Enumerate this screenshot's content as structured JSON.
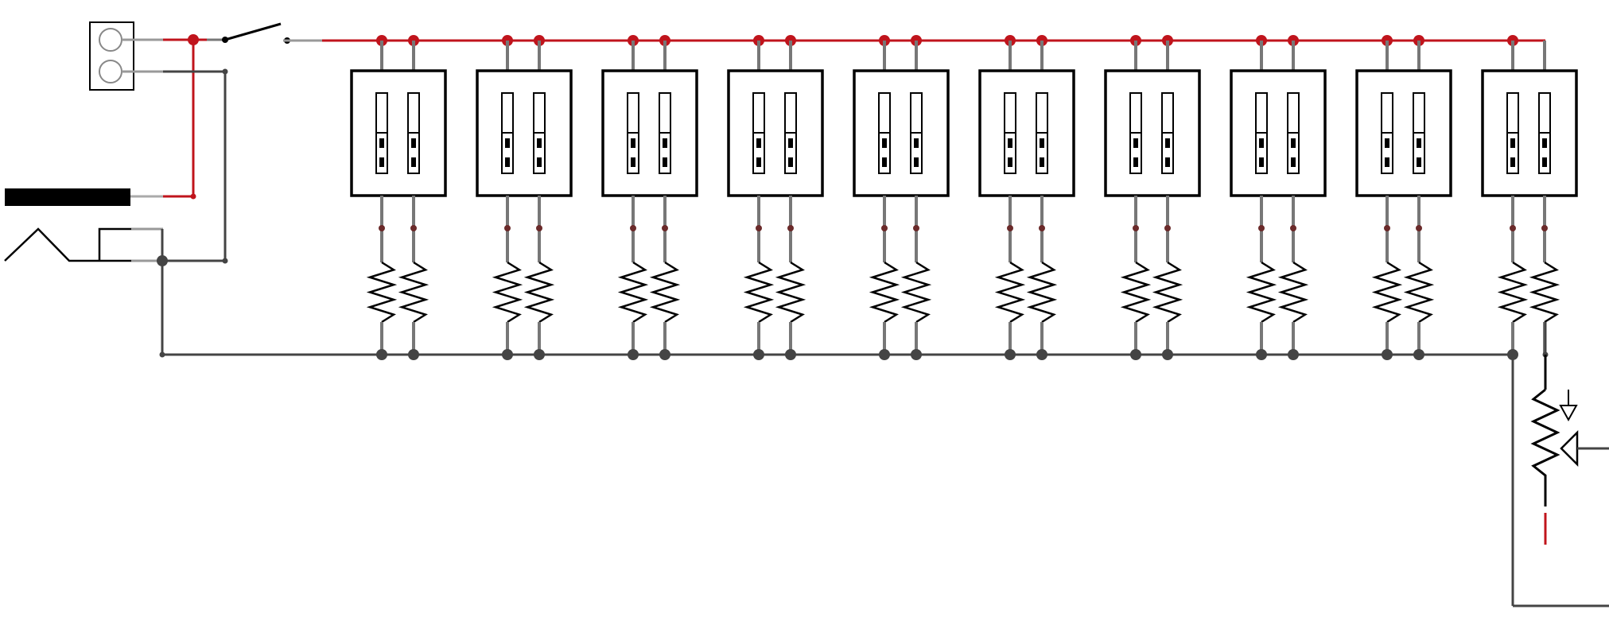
{
  "diagram": {
    "type": "circuit-schematic",
    "title": "",
    "background": "#ffffff",
    "colors": {
      "supply_wire": "#c0141c",
      "ground_wire": "#444444",
      "component_stroke": "#000000",
      "junction_supply": "#c0141c",
      "junction_ground": "#444444"
    },
    "components": {
      "power_connector": {
        "icon": "two-pin-terminal-icon",
        "pins": 2
      },
      "switch": {
        "icon": "spst-switch-icon",
        "state": "open"
      },
      "battery_bar": {
        "icon": "battery-terminal-icon"
      },
      "antenna": {
        "icon": "antenna-icon"
      },
      "led_modules": {
        "count": 10,
        "icon": "dual-led-module-icon",
        "leds_per_module": 2
      },
      "resistors": {
        "per_module": 2,
        "icon": "resistor-icon"
      },
      "potentiometer": {
        "icon": "potentiometer-icon"
      }
    }
  }
}
